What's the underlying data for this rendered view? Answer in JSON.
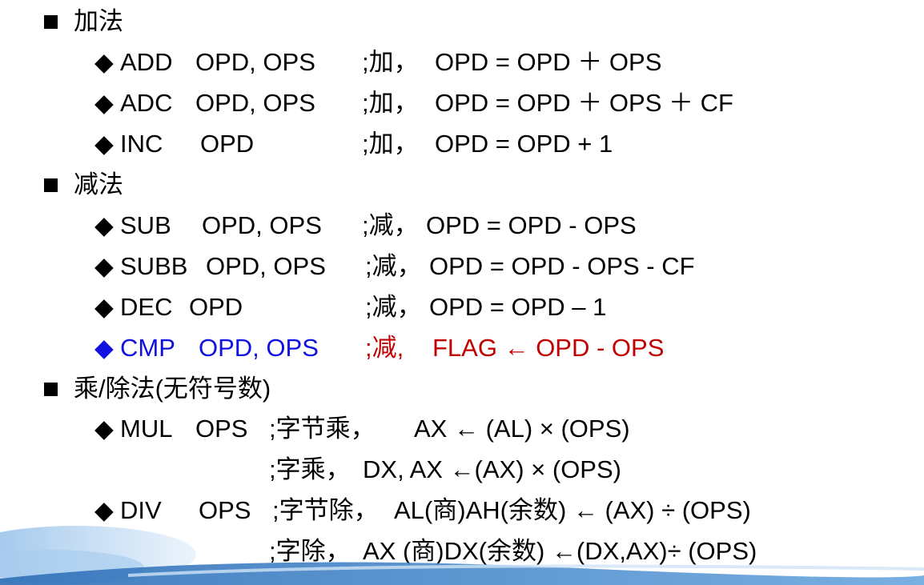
{
  "sections": [
    {
      "heading": "加法",
      "items": [
        {
          "bullet": "◆",
          "mnemonic": "ADD",
          "operands": "OPD,  OPS",
          "note": ";加，",
          "formula": "OPD = OPD ＋ OPS"
        },
        {
          "bullet": "◆",
          "mnemonic": "ADC",
          "operands": "OPD,  OPS",
          "note": ";加，",
          "formula": "OPD = OPD ＋ OPS ＋ CF"
        },
        {
          "bullet": "◆",
          "mnemonic": "INC",
          "operands": "OPD",
          "note": ";加，",
          "formula": "OPD = OPD + 1"
        }
      ]
    },
    {
      "heading": "减法",
      "items": [
        {
          "bullet": "◆",
          "mnemonic": "SUB",
          "operands": "OPD, OPS",
          "note": ";减，",
          "formula": "OPD = OPD - OPS"
        },
        {
          "bullet": "◆",
          "mnemonic": "SUBB",
          "operands": "OPD, OPS",
          "note": ";减，",
          "formula": "OPD = OPD - OPS - CF"
        },
        {
          "bullet": "◆",
          "mnemonic": "DEC",
          "operands": "OPD",
          "note": ";减，",
          "formula": "OPD = OPD – 1"
        },
        {
          "bullet": "◆",
          "mnemonic": "CMP",
          "operands": "OPD,  OPS",
          "note": ";减,",
          "formula": "FLAG ←  OPD - OPS"
        }
      ]
    },
    {
      "heading": "乘/除法(无符号数)",
      "items": [
        {
          "bullet": "◆",
          "mnemonic": "MUL",
          "operands": "OPS",
          "note": ";字节乘，",
          "formula": "AX ← (AL) × (OPS)"
        },
        {
          "bullet": "",
          "mnemonic": "",
          "operands": "",
          "note": ";字乘，",
          "formula": "DX, AX ←(AX) × (OPS)"
        },
        {
          "bullet": "◆",
          "mnemonic": "DIV",
          "operands": "OPS",
          "note": ";字节除，",
          "formula": "AL(商)AH(余数) ← (AX) ÷ (OPS)"
        },
        {
          "bullet": "",
          "mnemonic": "",
          "operands": "",
          "note": ";字除，",
          "formula": "AX (商)DX(余数) ←(DX,AX)÷ (OPS)"
        }
      ]
    }
  ],
  "colors": {
    "text": "#000000",
    "cmp_instruction": "#1010e0",
    "cmp_comment": "#c00000",
    "decoration": "#5b9bd5"
  }
}
